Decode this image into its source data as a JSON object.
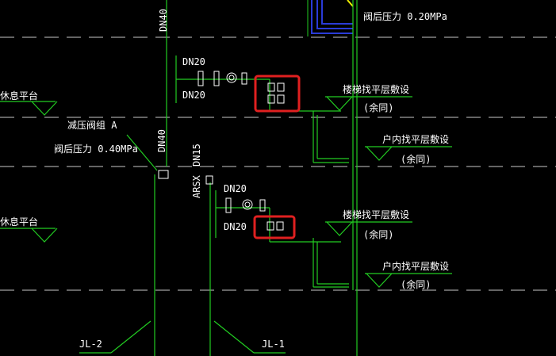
{
  "colors": {
    "background": "#000000",
    "pipe": "#22cc22",
    "text": "#ffffff",
    "dash": "#c8c8c8",
    "highlight": "#e02020",
    "accent_blue": "#2a3bd8",
    "accent_yellow": "#f0f000"
  },
  "labels": {
    "dn40_top": "DN40",
    "dn40_mid": "DN40",
    "dn15": "DN15",
    "arsx": "ARSX",
    "dn20_a1": "DN20",
    "dn20_a2": "DN20",
    "dn20_b1": "DN20",
    "dn20_b2": "DN20",
    "after_valve_top": "阀后压力  0.20MPa",
    "valve_group": "减压阀组  A",
    "after_valve_mid": "阀后压力  0.40MPa",
    "rest_platform_1": "休息平台",
    "rest_platform_2": "休息平台",
    "stair_slab_1": "楼梯找平层敷设",
    "same_1": "(余同)",
    "indoor_slab_1": "户内找平层敷设",
    "same_2": "(余同)",
    "stair_slab_2": "楼梯找平层敷设",
    "same_3": "(余同)",
    "indoor_slab_2": "户内找平层敷设",
    "same_4": "(余同)",
    "jl2": "JL-2",
    "jl1": "JL-1"
  },
  "icons": {
    "pressure_gauge": "gauge-icon",
    "check_valve": "valve-icon",
    "meter": "water-meter-icon",
    "level_marker": "elevation-triangle-icon"
  }
}
